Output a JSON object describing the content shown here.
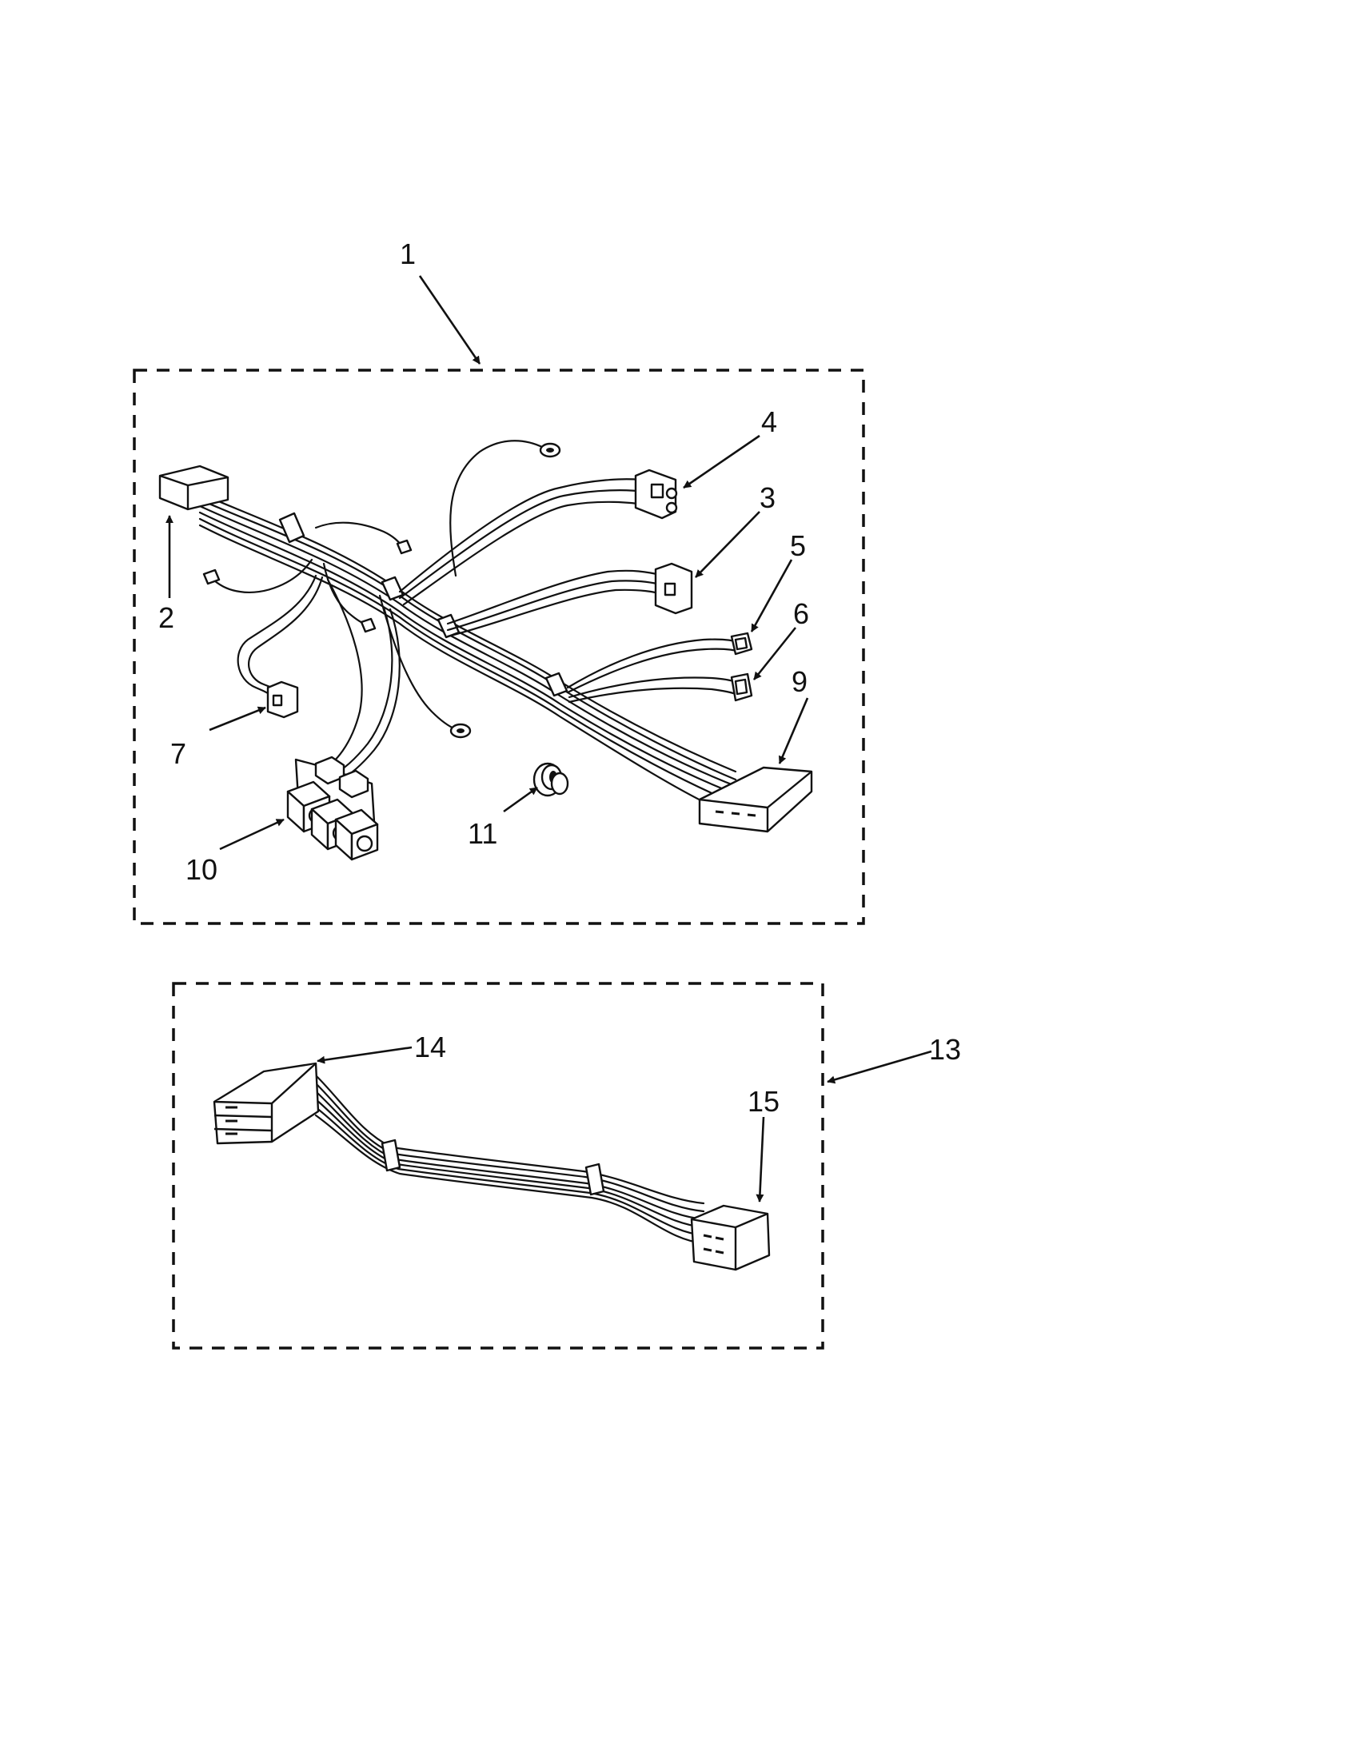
{
  "callouts": {
    "c1": "1",
    "c2": "2",
    "c3": "3",
    "c4": "4",
    "c5": "5",
    "c6": "6",
    "c7": "7",
    "c9": "9",
    "c10": "10",
    "c11": "11",
    "c13": "13",
    "c14": "14",
    "c15": "15"
  }
}
